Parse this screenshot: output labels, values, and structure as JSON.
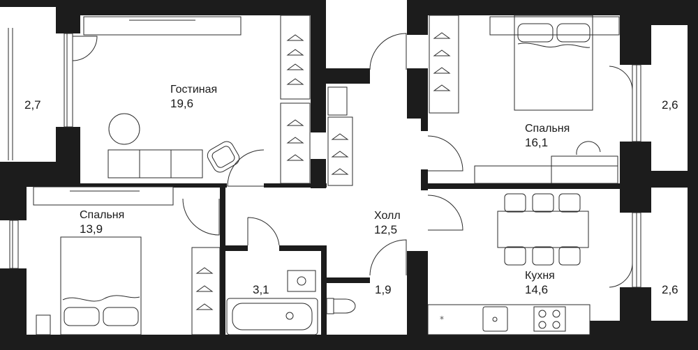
{
  "rooms": {
    "living": {
      "name": "Гостиная",
      "area": "19,6"
    },
    "bedroom_left": {
      "name": "Спальня",
      "area": "13,9"
    },
    "bedroom_right": {
      "name": "Спальня",
      "area": "16,1"
    },
    "hall": {
      "name": "Холл",
      "area": "12,5"
    },
    "kitchen": {
      "name": "Кухня",
      "area": "14,6"
    },
    "bathroom": {
      "area": "3,1"
    },
    "toilet": {
      "area": "1,9"
    }
  },
  "balconies": {
    "left": {
      "area": "2,7"
    },
    "right_top": {
      "area": "2,6"
    },
    "right_bottom": {
      "area": "2,6"
    }
  },
  "colors": {
    "wall": "#1c1c1c",
    "line": "#2a2a2a",
    "background": "#ffffff"
  }
}
